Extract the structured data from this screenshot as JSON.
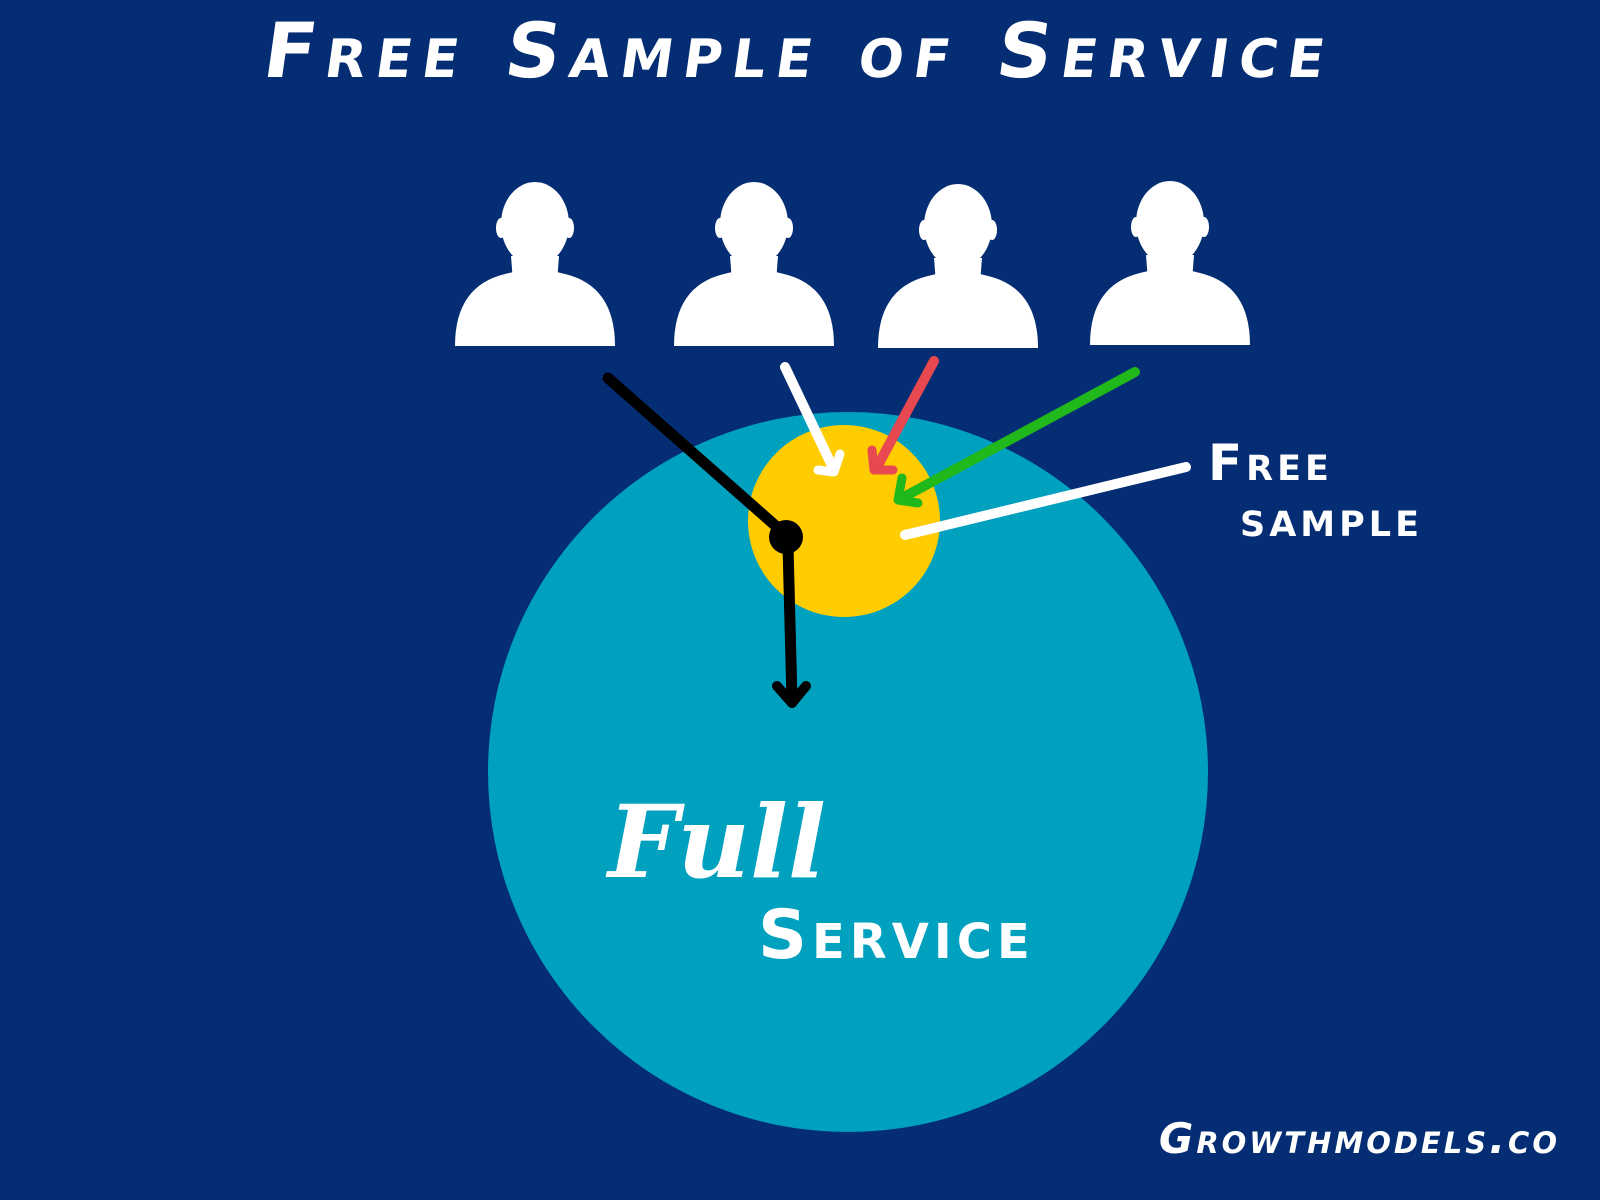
{
  "title": "Free Sample of Service",
  "labels": {
    "free_sample_line1": "Free",
    "free_sample_line2": "sample",
    "full_service_line1": "Full",
    "full_service_line2": "Service"
  },
  "credit": "Growthmodels.co",
  "colors": {
    "background": "#052d73",
    "full_service_circle": "#00a0bf",
    "free_sample_circle": "#ffcc00",
    "user_icon": "#ffffff",
    "arrow_black": "#000000",
    "arrow_white": "#ffffff",
    "arrow_red": "#e84850",
    "arrow_green": "#21b81c"
  },
  "icons": [
    "user-icon",
    "user-icon",
    "user-icon",
    "user-icon"
  ]
}
